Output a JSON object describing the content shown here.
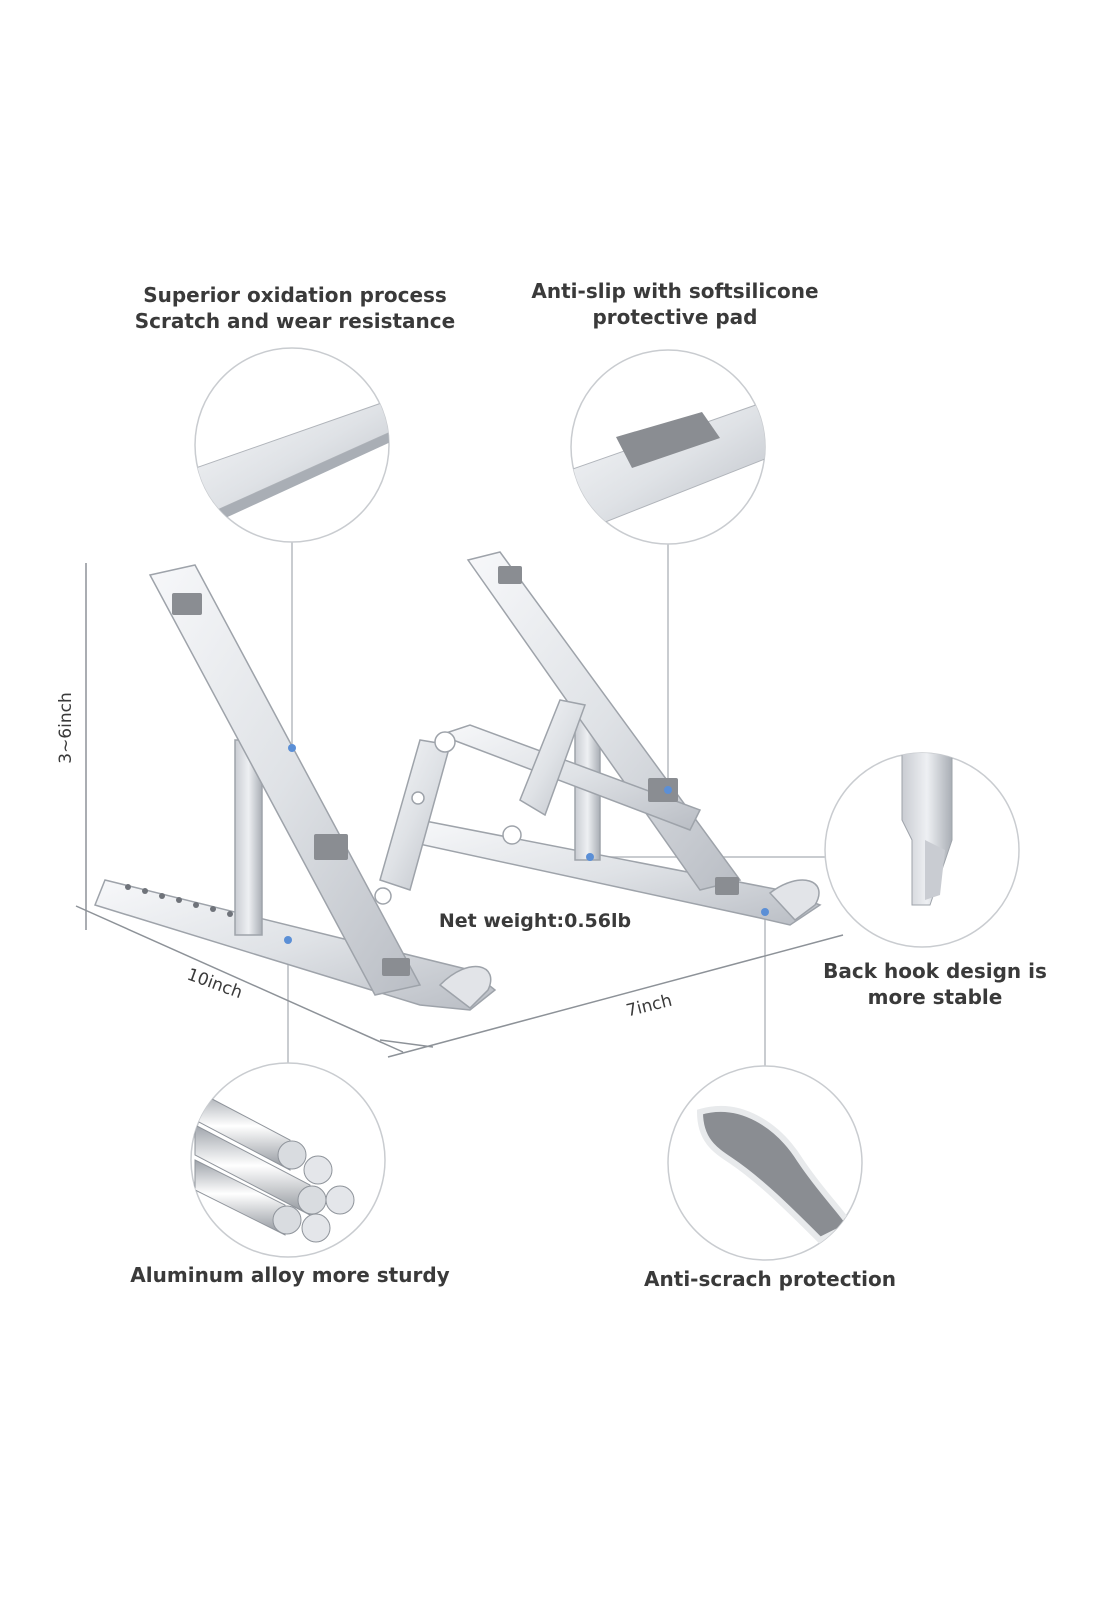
{
  "callouts": {
    "oxidation_line1": "Superior oxidation process",
    "oxidation_line2": "Scratch and wear resistance",
    "antislip_line1": "Anti-slip with softsilicone",
    "antislip_line2": "protective pad",
    "backhook_line1": "Back hook design is",
    "backhook_line2": "more stable",
    "aluminum": "Aluminum alloy more sturdy",
    "antiscratch": "Anti-scrach protection"
  },
  "dimensions": {
    "height": "3~6inch",
    "length": "10inch",
    "width": "7inch"
  },
  "weight": "Net weight:0.56lb",
  "colors": {
    "metal_light": "#eef0f3",
    "metal_mid": "#c9ccd2",
    "metal_dark": "#9ea3aa",
    "pad_gray": "#8a8d92",
    "line_gray": "#b7bbc0",
    "dot_blue": "#5b8fd6"
  }
}
